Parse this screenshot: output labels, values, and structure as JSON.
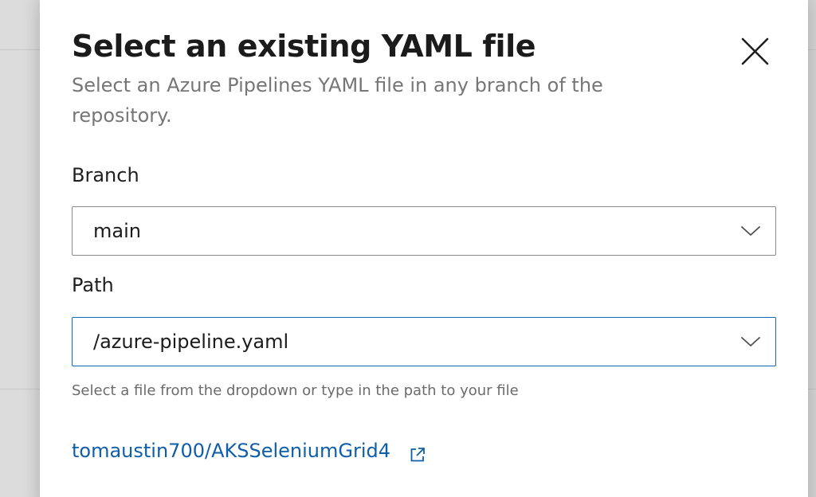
{
  "dialog": {
    "title": "Select an existing YAML file",
    "subtitle": "Select an Azure Pipelines YAML file in any branch of the repository.",
    "close_icon": "close-icon"
  },
  "branch": {
    "label": "Branch",
    "value": "main",
    "icon": "chevron-down-icon"
  },
  "path": {
    "label": "Path",
    "value": "/azure-pipeline.yaml",
    "icon": "chevron-down-icon",
    "hint": "Select a file from the dropdown or type in the path to your file"
  },
  "repository": {
    "link_text": "tomaustin700/AKSSeleniumGrid4",
    "icon": "external-link-icon"
  },
  "colors": {
    "accent": "#0f6cbd",
    "link": "#0f5ea8"
  }
}
